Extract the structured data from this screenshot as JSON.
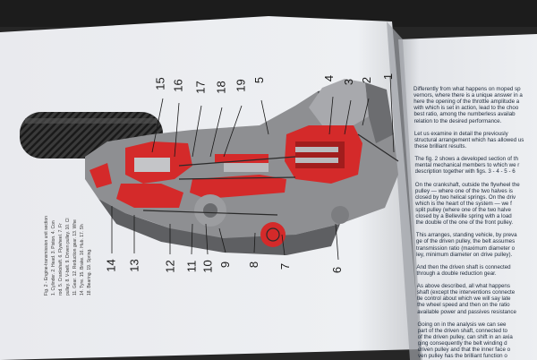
{
  "callouts": {
    "n1": "1",
    "n2": "2",
    "n3": "3",
    "n4": "4",
    "n5": "5",
    "n6": "6",
    "n7": "7",
    "n8": "8",
    "n9": "9",
    "n10": "10",
    "n11": "11",
    "n12": "12",
    "n13": "13",
    "n14": "14",
    "n15": "15",
    "n16": "16",
    "n17": "17",
    "n18": "18",
    "n19": "19"
  },
  "right_page_lines": [
    "Differently from what happens on moped sp",
    "vernors, where there is a unique answer in a",
    "here the opening of the throttle amplitude a",
    "with which is set in action, lead to the choo",
    "best ratio, among the numberless availab",
    "relation to the desired performance.",
    "",
    "Let us examine in detail the previously",
    "structural arrangement which has allowed us",
    "these brilliant results.",
    "",
    "The fig. 2 shows a developed section of th",
    "mental mechanical members to which we r",
    "description together with figs. 3 - 4 - 5 - 6",
    "",
    "On the crankshaft, outside the flywheel the",
    "pulley — where one of the two halves is",
    "closed by two helical springs. On the driv",
    "which is the heart of the system — we f",
    "split pulley (where one of the two halve",
    "closed by a Belleville spring with a load",
    "the double of the one of the front pulley.",
    "",
    "This arranges, standing vehicle, by preva",
    "ge of the driven pulley, the belt assumes",
    "transmission ratio (maximum diameter o",
    "ley, minimum diameter on drive pulley).",
    "",
    "And then the driven shaft is connected",
    "through a double reduction gear.",
    "",
    "As above described, all what happens",
    "shaft (except the interventions connecte",
    "tle control about which we will say late",
    "the wheel speed and then on the ratio",
    "available power and passives resistance",
    "",
    "Going on in the analysis we can see",
    "part of the driven shaft, connected to",
    "of the driven pulley, can shift in an axia",
    "ging consequently the belt winding d",
    "driven pulley and that the inner face o",
    "ven pulley has the brilliant function o"
  ],
  "caption_lines": [
    "Fig. 2 - Engine-transmission unit section",
    "1. Cylinder. 2. Head. 3. Piston. 4. Con",
    "rod. 5. Crankshaft. 6. Flywheel. 7. Fr",
    "pulley. 8. V-belt. 9. Driven pulley. 10. Cl",
    "11. Gear. 12. Reduction gear. 13. Whe",
    "14. Tyre. 15. Brake. 16. Hub. 17. Sh",
    "18. Bearing. 19. Spring."
  ]
}
